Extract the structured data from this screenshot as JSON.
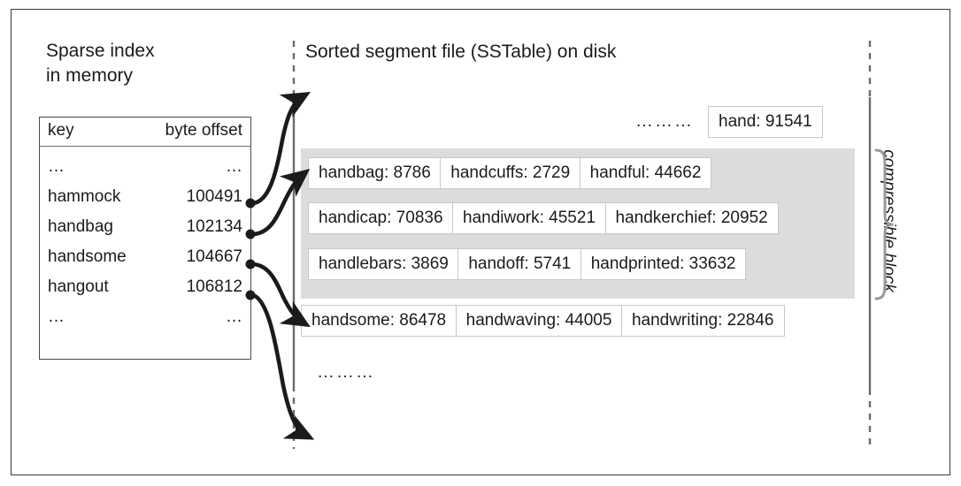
{
  "titles": {
    "sparse_index": "Sparse index\nin memory",
    "sstable": "Sorted segment file (SSTable) on disk",
    "compressible_block": "compressible block"
  },
  "index_table": {
    "columns": {
      "key": "key",
      "offset": "byte offset"
    },
    "rows": [
      {
        "key": "…",
        "offset": "…"
      },
      {
        "key": "hammock",
        "offset": "100491"
      },
      {
        "key": "handbag",
        "offset": "102134"
      },
      {
        "key": "handsome",
        "offset": "104667"
      },
      {
        "key": "hangout",
        "offset": "106812"
      },
      {
        "key": "…",
        "offset": "…"
      }
    ]
  },
  "segment": {
    "ellipsis_top": "………",
    "ellipsis_bottom": "………",
    "top_entry": "hand: 91541",
    "rows": [
      {
        "id": "block-row-1",
        "cells": [
          "handbag: 8786",
          "handcuffs: 2729",
          "handful: 44662"
        ]
      },
      {
        "id": "block-row-2",
        "cells": [
          "handicap: 70836",
          "handiwork: 45521",
          "handkerchief: 20952"
        ]
      },
      {
        "id": "block-row-3",
        "cells": [
          "handlebars: 3869",
          "handoff: 5741",
          "handprinted: 33632"
        ]
      }
    ],
    "tail_row": {
      "id": "tail-row",
      "cells": [
        "handsome: 86478",
        "handwaving: 44005",
        "handwriting: 22846"
      ]
    }
  },
  "colors": {
    "block_fill": "#dcdcdc",
    "cell_border": "#c8c8c8",
    "frame": "#3a3a3a",
    "text": "#1b1b1b",
    "arrow": "#1b1b1b",
    "guide_line": "#6b6b6b"
  }
}
